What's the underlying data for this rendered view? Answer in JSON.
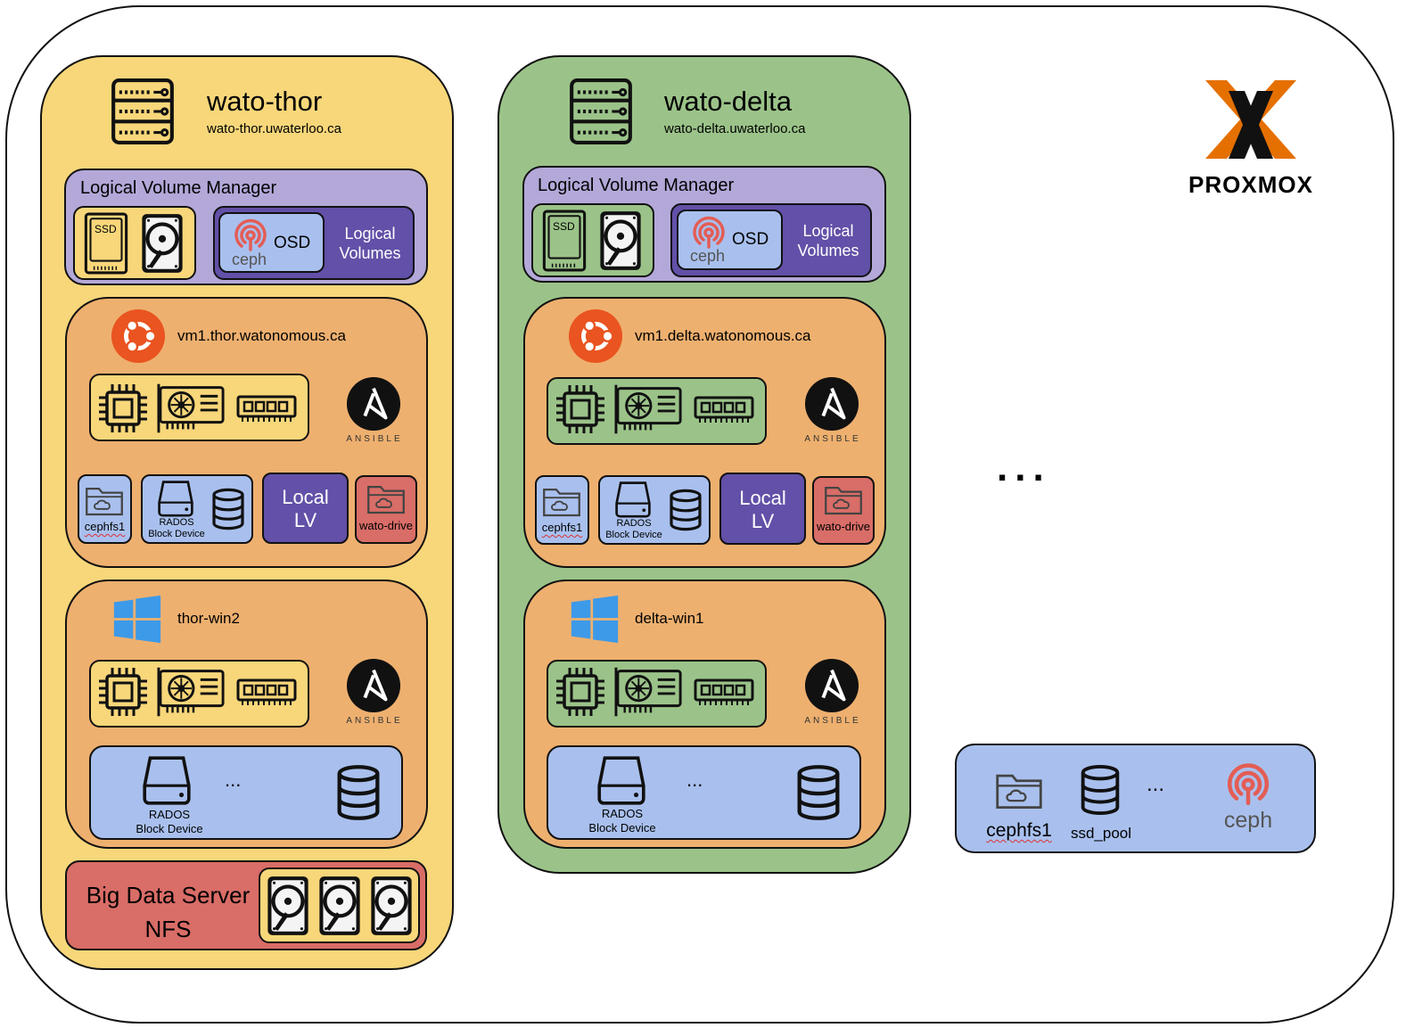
{
  "proxmox": {
    "logo_text": "PROXMOX"
  },
  "thor": {
    "name": "wato-thor",
    "domain": "wato-thor.uwaterloo.ca",
    "lvm": {
      "label": "Logical Volume Manager",
      "ssd": "SSD",
      "osd": "OSD",
      "ceph": "ceph",
      "logical_volumes": [
        "Logical",
        "Volumes"
      ]
    },
    "vm1": {
      "name": "vm1.thor.watonomous.ca",
      "ansible": "ANSIBLE",
      "cephfs": "cephfs1",
      "rados": [
        "RADOS",
        "Block Device"
      ],
      "local_lv": [
        "Local",
        "LV"
      ],
      "wato_drive": "wato-drive"
    },
    "win": {
      "name": "thor-win2",
      "ansible": "ANSIBLE",
      "rados": [
        "RADOS",
        "Block Device"
      ],
      "dots": "..."
    },
    "bigdata": {
      "lines": [
        "Big Data Server",
        "NFS"
      ]
    }
  },
  "delta": {
    "name": "wato-delta",
    "domain": "wato-delta.uwaterloo.ca",
    "lvm": {
      "label": "Logical Volume Manager",
      "ssd": "SSD",
      "osd": "OSD",
      "ceph": "ceph",
      "logical_volumes": [
        "Logical",
        "Volumes"
      ]
    },
    "vm1": {
      "name": "vm1.delta.watonomous.ca",
      "ansible": "ANSIBLE",
      "cephfs": "cephfs1",
      "rados": [
        "RADOS",
        "Block Device"
      ],
      "local_lv": [
        "Local",
        "LV"
      ],
      "wato_drive": "wato-drive"
    },
    "win": {
      "name": "delta-win1",
      "ansible": "ANSIBLE",
      "rados": [
        "RADOS",
        "Block Device"
      ],
      "dots": "..."
    }
  },
  "more": "...",
  "ceph_cluster": {
    "cephfs": "cephfs1",
    "pool": "ssd_pool",
    "dots": "...",
    "ceph": "ceph"
  }
}
